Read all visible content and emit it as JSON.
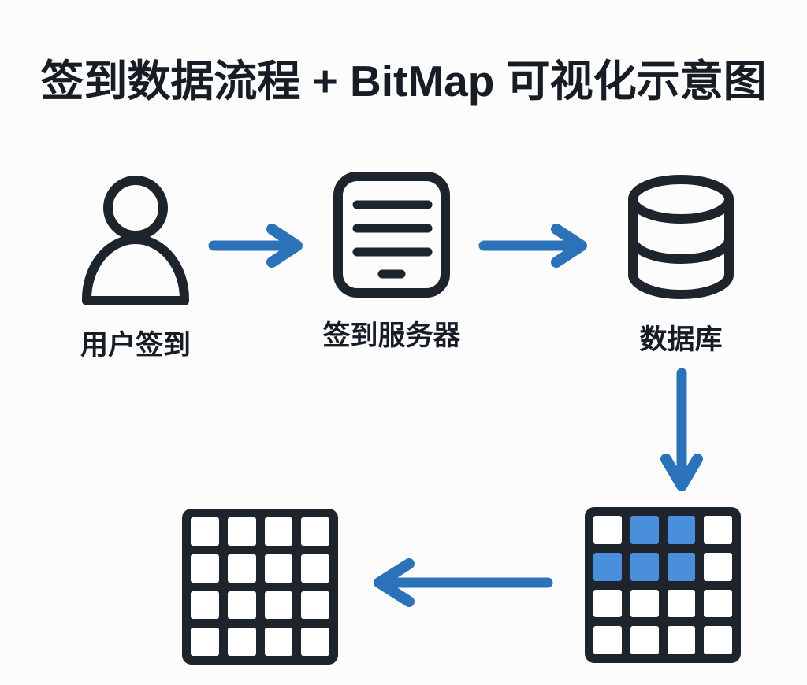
{
  "title": "签到数据流程 + BitMap 可视化示意图",
  "colors": {
    "background": "#fcfcfc",
    "ink": "#1d242c",
    "arrow": "#2b72b8",
    "cell_filled": "#4a8fdc",
    "cell_empty": "#ffffff"
  },
  "flow": {
    "nodes": [
      {
        "id": "user",
        "icon": "user-icon",
        "label": "用户签到"
      },
      {
        "id": "server",
        "icon": "server-icon",
        "label": "签到服务器"
      },
      {
        "id": "database",
        "icon": "database-icon",
        "label": "数据库"
      }
    ],
    "arrows": [
      {
        "id": "user-to-server",
        "direction": "right"
      },
      {
        "id": "server-to-database",
        "direction": "right"
      },
      {
        "id": "database-to-bitmap",
        "direction": "down"
      },
      {
        "id": "bitmap-to-bitmap",
        "direction": "left"
      }
    ]
  },
  "bitmaps": {
    "filled": {
      "rows": 4,
      "cols": 4,
      "filled_cells": [
        [
          0,
          1
        ],
        [
          0,
          2
        ],
        [
          1,
          0
        ],
        [
          1,
          1
        ],
        [
          1,
          2
        ]
      ]
    },
    "empty": {
      "rows": 4,
      "cols": 4,
      "filled_cells": []
    }
  }
}
